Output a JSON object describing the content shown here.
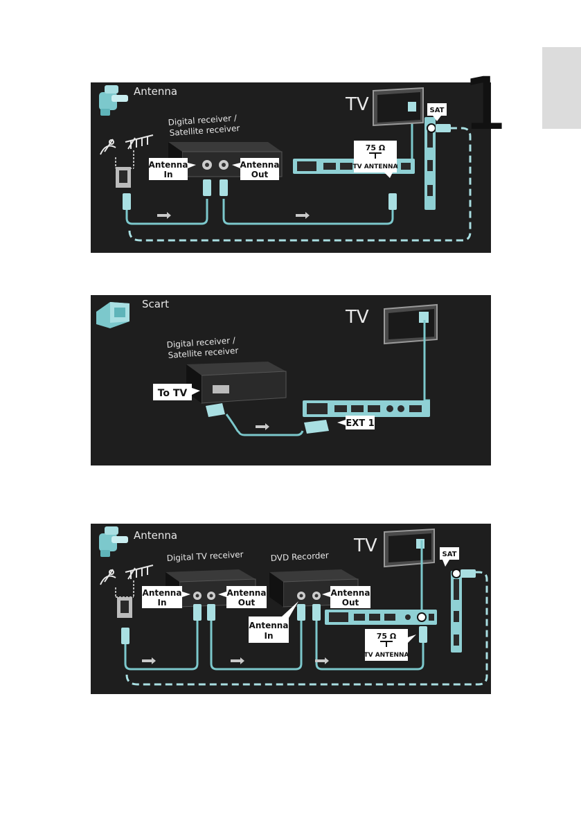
{
  "side_tab": {
    "color": "#dcdcdc"
  },
  "page_number": "1",
  "colors": {
    "panel_bg": "#1e1e1e",
    "cable": "#7cc8cc",
    "tv_panel": "#8fd0d4",
    "label_bg": "#ffffff",
    "text_light": "#e8e8e8"
  },
  "diagram1": {
    "title": "Antenna",
    "tv_label": "TV",
    "receiver_label_line1": "Digital receiver /",
    "receiver_label_line2": "Satellite receiver",
    "antenna_in_line1": "Antenna",
    "antenna_in_line2": "In",
    "antenna_out_line1": "Antenna",
    "antenna_out_line2": "Out",
    "ohm": "75 Ω",
    "tv_antenna": "TV ANTENNA",
    "sat": "SAT",
    "icons": [
      "antenna-connector-icon",
      "satellite-dish-icon",
      "antenna-icon",
      "wall-socket-icon",
      "tv-icon"
    ]
  },
  "diagram2": {
    "title": "Scart",
    "tv_label": "TV",
    "receiver_label_line1": "Digital receiver /",
    "receiver_label_line2": "Satellite receiver",
    "to_tv": "To TV",
    "ext1": "EXT 1",
    "icons": [
      "scart-connector-icon",
      "tv-icon"
    ]
  },
  "diagram3": {
    "title": "Antenna",
    "tv_label": "TV",
    "digital_tv_receiver": "Digital TV receiver",
    "dvd_recorder": "DVD Recorder",
    "rx_in_line1": "Antenna",
    "rx_in_line2": "In",
    "rx_out_line1": "Antenna",
    "rx_out_line2": "Out",
    "dvd_in_line1": "Antenna",
    "dvd_in_line2": "In",
    "dvd_out_line1": "Antenna",
    "dvd_out_line2": "Out",
    "ohm": "75 Ω",
    "tv_antenna": "TV ANTENNA",
    "sat": "SAT",
    "icons": [
      "antenna-connector-icon",
      "satellite-dish-icon",
      "antenna-icon",
      "wall-socket-icon",
      "tv-icon"
    ]
  }
}
